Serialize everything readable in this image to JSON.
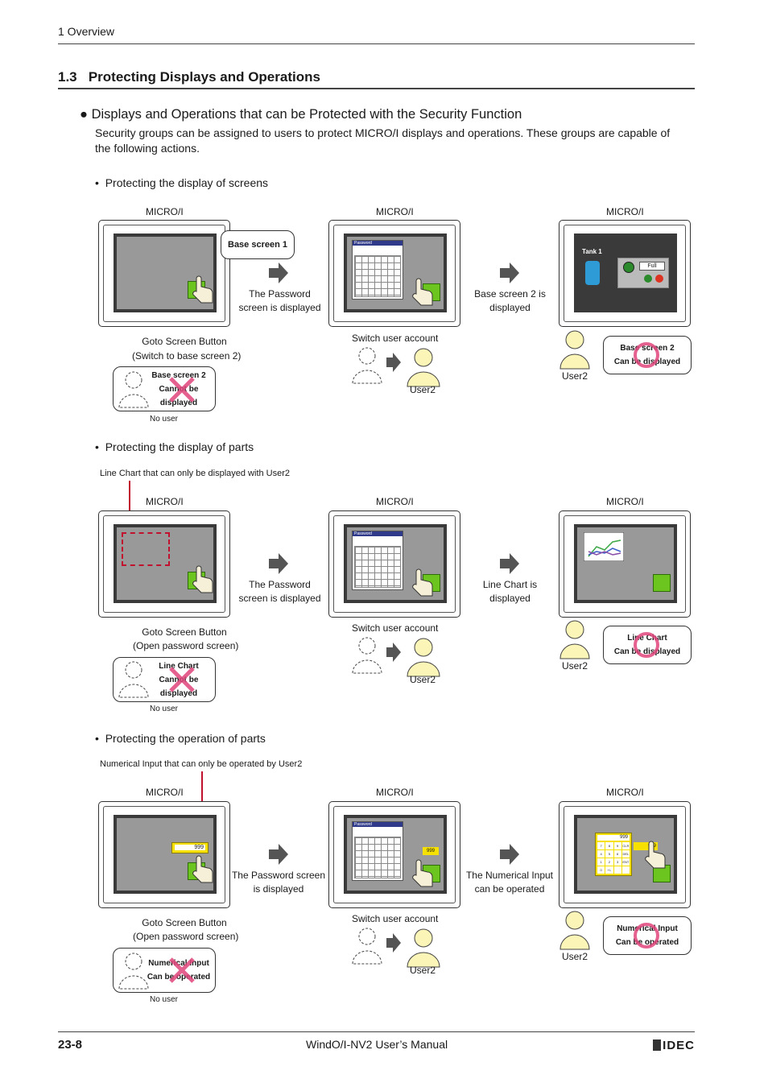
{
  "header": {
    "section": "1 Overview"
  },
  "section": {
    "number": "1.3",
    "title": "Protecting Displays and Operations"
  },
  "subsection": {
    "title": "Displays and Operations that can be Protected with the Security Function",
    "body_line1": "Security groups can be assigned to users to protect MICRO/I displays and operations. These groups are capable of",
    "body_line2": "the following actions."
  },
  "labels": {
    "micro": "MICRO/I",
    "base_screen_1": "Base screen 1",
    "pwd_displayed_a": "The Password",
    "pwd_displayed_b": "screen is displayed",
    "pwd_displayed_full": "The Password screen",
    "pwd_displayed_full_b": "is displayed",
    "password": "Password",
    "switch_user": "Switch user account",
    "user2": "User2",
    "no_user": "No user",
    "full": "Full",
    "tank1": "Tank 1",
    "num_999": "999"
  },
  "blocks": [
    {
      "bullet": "Protecting the display of screens",
      "goto_a": "Goto Screen Button",
      "goto_b": "(Switch to base screen 2)",
      "result_a": "Base screen 2 is",
      "result_b": "displayed",
      "deny_1": "Base screen 2",
      "deny_2": "Cannot be",
      "deny_3": "displayed",
      "allow_1": "Base screen 2",
      "allow_2": "Can be displayed"
    },
    {
      "bullet": "Protecting the display of parts",
      "caption": "Line Chart that can only be displayed with User2",
      "goto_a": "Goto Screen Button",
      "goto_b": "(Open password screen)",
      "result_a": "Line Chart is",
      "result_b": "displayed",
      "deny_1": "Line Chart",
      "deny_2": "Cannot be",
      "deny_3": "displayed",
      "allow_1": "Line Chart",
      "allow_2": "Can be displayed"
    },
    {
      "bullet": "Protecting the operation of parts",
      "caption": "Numerical Input that can only be operated by User2",
      "goto_a": "Goto Screen Button",
      "goto_b": "(Open password screen)",
      "result_a": "The Numerical Input",
      "result_b": "can be operated",
      "deny_1": "Numerical Input",
      "deny_2": "Can be operated",
      "allow_1": "Numerical Input",
      "allow_2": "Can be operated"
    }
  ],
  "keypad": [
    "7",
    "8",
    "9",
    "CLR",
    "4",
    "5",
    "6",
    "DEL",
    "1",
    "2",
    "3",
    "ENT",
    "0",
    "+/-",
    "",
    ""
  ],
  "footer": {
    "page": "23-8",
    "manual": "WindO/I-NV2 User’s Manual",
    "logo": "IDEC"
  },
  "colors": {
    "green": "#6cc41f",
    "pink": "#e0457b",
    "red_line": "#c0112f",
    "navy": "#2f3a8a",
    "yellow": "#f5e000"
  }
}
